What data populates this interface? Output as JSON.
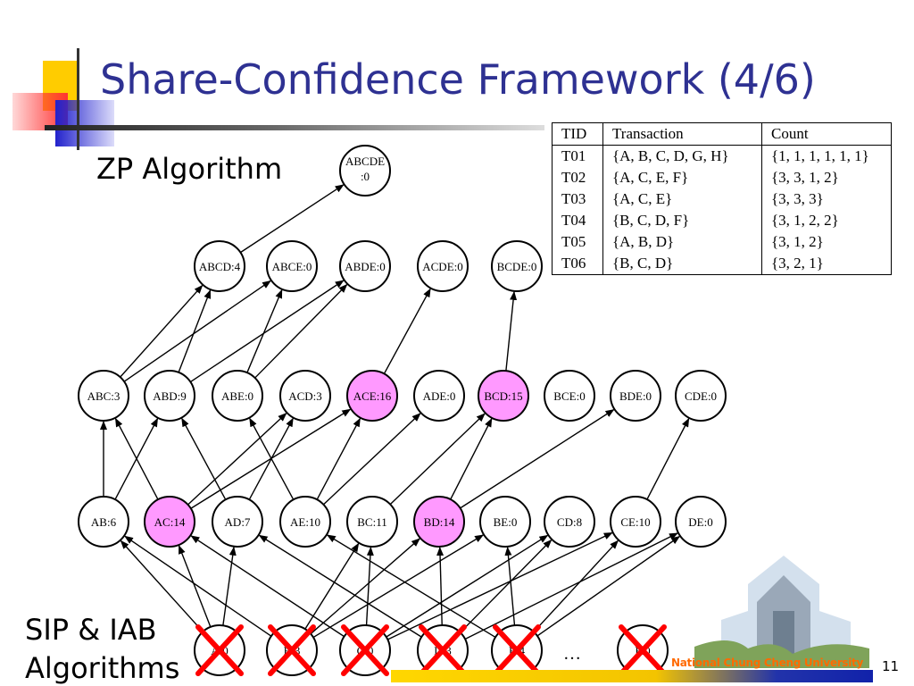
{
  "title": "Share-Confidence Framework (4/6)",
  "zp_label": "ZP Algorithm",
  "sip_label_line1": "SIP & IAB",
  "sip_label_line2": "Algorithms",
  "table": {
    "headers": [
      "TID",
      "Transaction",
      "Count"
    ],
    "rows": [
      [
        "T01",
        "{A, B, C, D, G, H}",
        "{1, 1, 1, 1, 1, 1}"
      ],
      [
        "T02",
        "{A, C, E, F}",
        "{3, 3, 1, 2}"
      ],
      [
        "T03",
        "{A, C, E}",
        "{3, 3, 3}"
      ],
      [
        "T04",
        "{B, C, D, F}",
        "{3, 1, 2, 2}"
      ],
      [
        "T05",
        "{A, B, D}",
        "{3, 1, 2}"
      ],
      [
        "T06",
        "{B, C, D}",
        "{3, 2, 1}"
      ]
    ]
  },
  "lattice": {
    "level5": [
      {
        "id": "ABCDE",
        "line1": "ABCDE",
        "line2": ":0"
      }
    ],
    "level4": [
      {
        "id": "ABCD",
        "label": "ABCD:4"
      },
      {
        "id": "ABCE",
        "label": "ABCE:0"
      },
      {
        "id": "ABDE",
        "label": "ABDE:0"
      },
      {
        "id": "ACDE",
        "label": "ACDE:0"
      },
      {
        "id": "BCDE",
        "label": "BCDE:0"
      }
    ],
    "level3": [
      {
        "id": "ABC",
        "label": "ABC:3",
        "highlight": false
      },
      {
        "id": "ABD",
        "label": "ABD:9",
        "highlight": false
      },
      {
        "id": "ABE",
        "label": "ABE:0",
        "highlight": false
      },
      {
        "id": "ACD",
        "label": "ACD:3",
        "highlight": false
      },
      {
        "id": "ACE",
        "label": "ACE:16",
        "highlight": true
      },
      {
        "id": "ADE",
        "label": "ADE:0",
        "highlight": false
      },
      {
        "id": "BCD",
        "label": "BCD:15",
        "highlight": true
      },
      {
        "id": "BCE",
        "label": "BCE:0",
        "highlight": false
      },
      {
        "id": "BDE",
        "label": "BDE:0",
        "highlight": false
      },
      {
        "id": "CDE",
        "label": "CDE:0",
        "highlight": false
      }
    ],
    "level2": [
      {
        "id": "AB",
        "label": "AB:6",
        "highlight": false
      },
      {
        "id": "AC",
        "label": "AC:14",
        "highlight": true
      },
      {
        "id": "AD",
        "label": "AD:7",
        "highlight": false
      },
      {
        "id": "AE",
        "label": "AE:10",
        "highlight": false
      },
      {
        "id": "BC",
        "label": "BC:11",
        "highlight": false
      },
      {
        "id": "BD",
        "label": "BD:14",
        "highlight": true
      },
      {
        "id": "BE",
        "label": "BE:0",
        "highlight": false
      },
      {
        "id": "CD",
        "label": "CD:8",
        "highlight": false
      },
      {
        "id": "CE",
        "label": "CE:10",
        "highlight": false
      },
      {
        "id": "DE",
        "label": "DE:0",
        "highlight": false
      }
    ],
    "level1": [
      {
        "id": "A",
        "label": "A:0",
        "crossed": true
      },
      {
        "id": "B",
        "label": "B:3",
        "crossed": true
      },
      {
        "id": "C",
        "label": "C:0",
        "crossed": true
      },
      {
        "id": "D",
        "label": "D:3",
        "crossed": true
      },
      {
        "id": "E",
        "label": "E:4",
        "crossed": true
      },
      {
        "id": "F",
        "label": "F:0",
        "crossed": true
      }
    ],
    "ellipsis": "…",
    "edges": [
      [
        "ABCD",
        "ABCDE"
      ],
      [
        "ABC",
        "ABCD"
      ],
      [
        "ABD",
        "ABCD"
      ],
      [
        "ABC",
        "ABCE"
      ],
      [
        "ABE",
        "ABCE"
      ],
      [
        "ABD",
        "ABDE"
      ],
      [
        "ABE",
        "ABDE"
      ],
      [
        "ACE",
        "ACDE"
      ],
      [
        "BCD",
        "BCDE"
      ],
      [
        "AB",
        "ABC"
      ],
      [
        "AB",
        "ABD"
      ],
      [
        "AC",
        "ABC"
      ],
      [
        "AC",
        "ACD"
      ],
      [
        "AC",
        "ACE"
      ],
      [
        "AD",
        "ABD"
      ],
      [
        "AD",
        "ACD"
      ],
      [
        "AE",
        "ABE"
      ],
      [
        "AE",
        "ACE"
      ],
      [
        "AE",
        "ADE"
      ],
      [
        "BC",
        "BCD"
      ],
      [
        "BD",
        "BCD"
      ],
      [
        "BD",
        "BDE"
      ],
      [
        "CE",
        "CDE"
      ],
      [
        "A",
        "AB"
      ],
      [
        "A",
        "AC"
      ],
      [
        "A",
        "AD"
      ],
      [
        "B",
        "AB"
      ],
      [
        "B",
        "BC"
      ],
      [
        "B",
        "BD"
      ],
      [
        "B",
        "BE"
      ],
      [
        "C",
        "AC"
      ],
      [
        "C",
        "BC"
      ],
      [
        "C",
        "CD"
      ],
      [
        "C",
        "CE"
      ],
      [
        "D",
        "AD"
      ],
      [
        "D",
        "BD"
      ],
      [
        "D",
        "CD"
      ],
      [
        "D",
        "DE"
      ],
      [
        "E",
        "AE"
      ],
      [
        "E",
        "BE"
      ],
      [
        "E",
        "CE"
      ],
      [
        "E",
        "DE"
      ]
    ]
  },
  "footer": {
    "university": "National Chung Cheng University",
    "page_number": "11"
  },
  "colors": {
    "title": "#2e3192",
    "highlight_node": "#ff99ff",
    "cross": "#ff0000"
  }
}
